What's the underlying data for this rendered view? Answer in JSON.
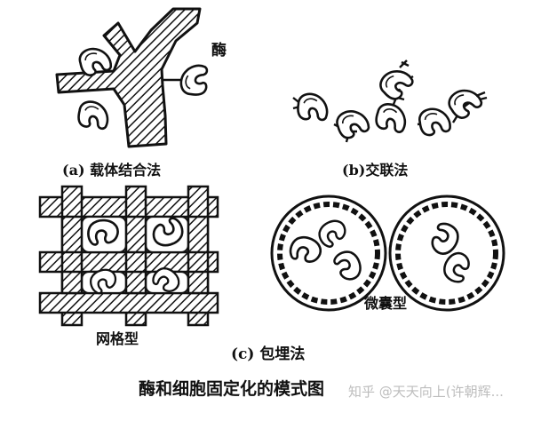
{
  "labels": {
    "enzyme": "酶",
    "carrier_binding": "(a) 载体结合法",
    "crosslinking": "(b)交联法",
    "grid_type": "网格型",
    "embedding": "(c) 包埋法",
    "microcapsule": "微囊型",
    "caption": "酶和细胞固定化的模式图"
  },
  "watermark": "知乎 @天天向上(许朝辉..."
}
